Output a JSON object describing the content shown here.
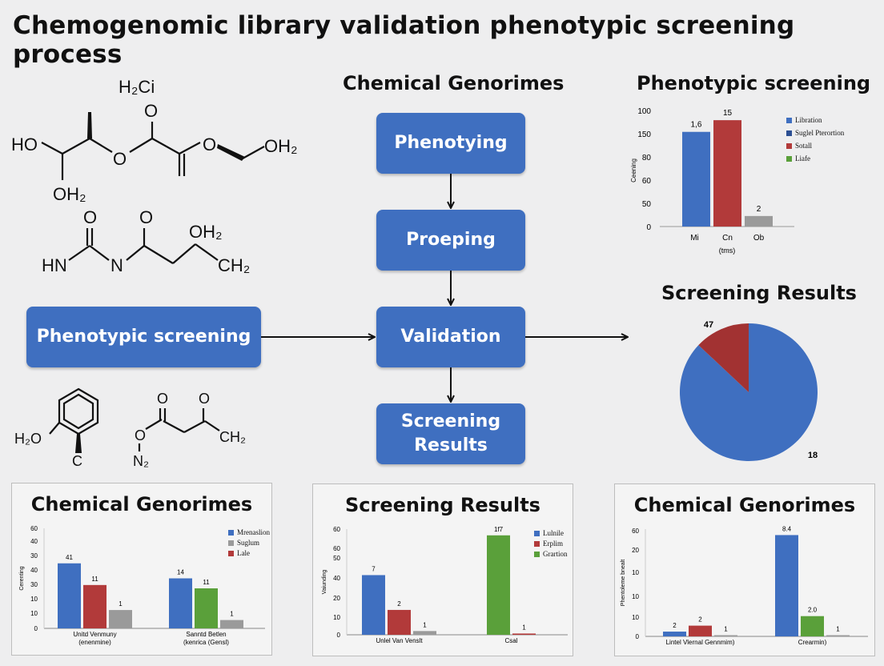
{
  "title": "Chemogenomic library validation phenotypic screening process",
  "molecules": {
    "m1": {
      "label_top": "H₂Ci",
      "label_ho": "HO",
      "label_oh2_bottom": "OH₂",
      "label_o1": "O",
      "label_o2": "O",
      "label_o3": "O",
      "label_oh2_right": "OH₂"
    },
    "m2": {
      "label_hn": "HN",
      "label_n": "N",
      "label_o1": "O",
      "label_o2": "O",
      "label_oh2": "OH₂",
      "label_ch2": "CH₂"
    },
    "m3": {
      "label_h2o": "H₂O",
      "label_c": "C"
    },
    "m4": {
      "label_o1": "O",
      "label_o2": "O",
      "label_o3": "O",
      "label_n2": "N₂",
      "label_ch2": "CH₂"
    }
  },
  "flow": {
    "column_heading": "Chemical Genorimes",
    "input_box": "Phenotypic screening",
    "steps": [
      "Phenotying",
      "Proeping",
      "Validation",
      "Screening Results"
    ]
  },
  "bar_top": {
    "heading": "Phenotypic screening",
    "chart_data": {
      "type": "bar",
      "categories": [
        "Mi",
        "Cn",
        "Ob"
      ],
      "values": [
        81,
        91,
        9
      ],
      "data_labels": [
        "1,6",
        "15",
        "2"
      ],
      "colors": [
        "#3f6fc0",
        "#b23a3a",
        "#9a9a9a"
      ],
      "ylabel": "Ceening",
      "xlabel": "(tms)",
      "yticks": [
        "0",
        "50",
        "60",
        "80",
        "150",
        "100"
      ],
      "legend": [
        {
          "name": "Libration",
          "color": "#3f6fc0"
        },
        {
          "name": "Suglel Pterortion",
          "color": "#2c4f93"
        },
        {
          "name": "Sotall",
          "color": "#b23a3a"
        },
        {
          "name": "Liafe",
          "color": "#5aa03a"
        }
      ]
    }
  },
  "pie": {
    "heading": "Screening Results",
    "chart_data": {
      "type": "pie",
      "slices": [
        {
          "label": "18",
          "value": 87,
          "color": "#3f6fc0"
        },
        {
          "label": "47",
          "value": 13,
          "color": "#a23232"
        }
      ]
    }
  },
  "panel_left": {
    "heading": "Chemical Genorimes",
    "chart_data": {
      "type": "bar",
      "ylabel": "Cerenting",
      "yticks": [
        "0",
        "10",
        "10",
        "30",
        "40",
        "30",
        "40",
        "60"
      ],
      "groups": [
        {
          "label": [
            "Unitd Venmuny",
            "(enenmine)"
          ],
          "bars": [
            {
              "value": 39,
              "label": "41",
              "color": "#3f6fc0"
            },
            {
              "value": 26,
              "label": "11",
              "color": "#b23a3a"
            },
            {
              "value": 11,
              "label": "1",
              "color": "#9a9a9a"
            }
          ]
        },
        {
          "label": [
            "Sanntd Betlen",
            "(kenrica (Gensl)"
          ],
          "bars": [
            {
              "value": 30,
              "label": "14",
              "color": "#3f6fc0"
            },
            {
              "value": 24,
              "label": "11",
              "color": "#5aa03a"
            },
            {
              "value": 5,
              "label": "1",
              "color": "#9a9a9a"
            }
          ]
        }
      ],
      "legend": [
        {
          "name": "Mrenaslion",
          "color": "#3f6fc0"
        },
        {
          "name": "Suglum",
          "color": "#9a9a9a"
        },
        {
          "name": "Lale",
          "color": "#b23a3a"
        }
      ]
    }
  },
  "panel_mid": {
    "heading": "Screening Results",
    "chart_data": {
      "type": "bar",
      "ylabel": "Vaiunding",
      "yticks": [
        "0",
        "10",
        "20",
        "40",
        "50",
        "60",
        "60"
      ],
      "groups": [
        {
          "label": [
            "Unlel Van Venslt"
          ],
          "bars": [
            {
              "value": 48,
              "label": "7",
              "color": "#3f6fc0"
            },
            {
              "value": 20,
              "label": "2",
              "color": "#b23a3a"
            },
            {
              "value": 3,
              "label": "1",
              "color": "#9a9a9a"
            }
          ]
        },
        {
          "label": [
            "Csal"
          ],
          "bars": [
            {
              "value": 80,
              "label": "1f7",
              "color": "#5aa03a"
            },
            {
              "value": 1,
              "label": "1",
              "color": "#b23a3a"
            }
          ]
        }
      ],
      "legend": [
        {
          "name": "Lulnile",
          "color": "#3f6fc0"
        },
        {
          "name": "Erplim",
          "color": "#b23a3a"
        },
        {
          "name": "Grartion",
          "color": "#5aa03a"
        }
      ]
    }
  },
  "panel_right": {
    "heading": "Chemical Genorimes",
    "chart_data": {
      "type": "bar",
      "ylabel": "Phentoleme bnealt",
      "yticks": [
        "0",
        "10",
        "10",
        "10",
        "20",
        "60"
      ],
      "groups": [
        {
          "label": [
            "Lintel Vlernal Gennmim)"
          ],
          "bars": [
            {
              "value": 4,
              "label": "2",
              "color": "#3f6fc0"
            },
            {
              "value": 9,
              "label": "2",
              "color": "#b23a3a"
            },
            {
              "value": 1,
              "label": "1",
              "color": "#9a9a9a"
            }
          ]
        },
        {
          "label": [
            "Crearmin)"
          ],
          "bars": [
            {
              "value": 85,
              "label": "8.4",
              "color": "#3f6fc0"
            },
            {
              "value": 17,
              "label": "2.0",
              "color": "#5aa03a"
            },
            {
              "value": 1,
              "label": "1",
              "color": "#9a9a9a"
            }
          ]
        }
      ]
    }
  }
}
